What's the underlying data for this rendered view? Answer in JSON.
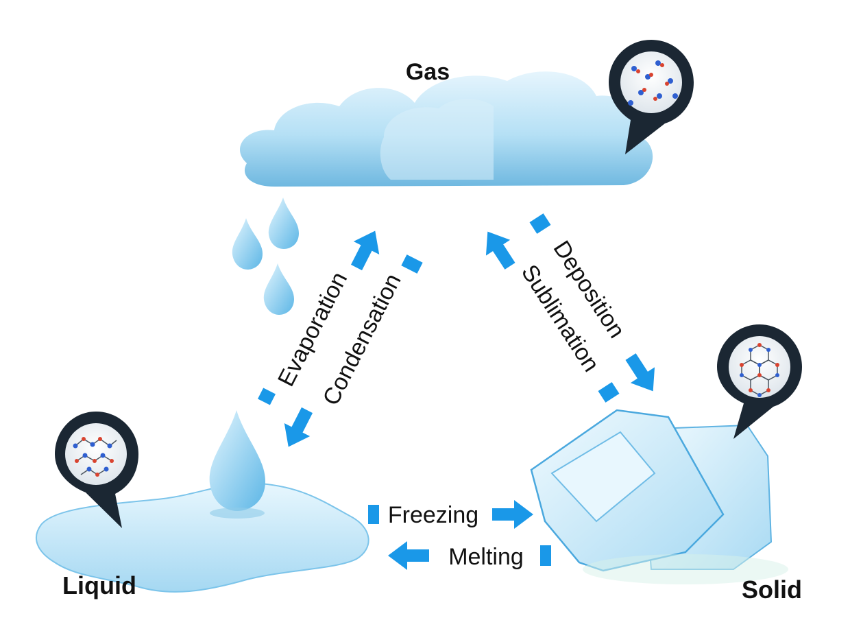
{
  "states": {
    "gas": "Gas",
    "liquid": "Liquid",
    "solid": "Solid"
  },
  "processes": {
    "evaporation": "Evaporation",
    "condensation": "Condensation",
    "deposition": "Deposition",
    "sublimation": "Sublimation",
    "freezing": "Freezing",
    "melting": "Melting"
  },
  "colors": {
    "arrow": "#1a98e8",
    "pin": "#1b2733",
    "water": "#bfe4f7",
    "cloud": "#a9d8f0",
    "ice": "#cfeaf8",
    "molecule_red": "#d9432f",
    "molecule_blue": "#2f5fd0"
  },
  "icons": [
    "cloud-icon",
    "raindrop-icon",
    "puddle-icon",
    "ice-cube-icon",
    "molecule-pin-icon",
    "arrow-icon"
  ]
}
